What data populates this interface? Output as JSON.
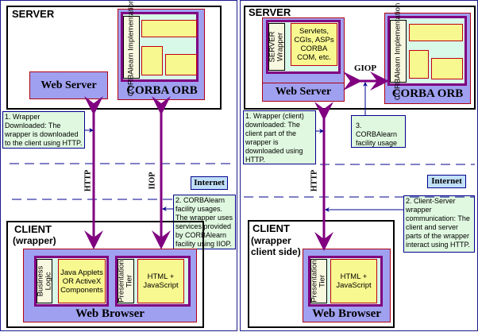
{
  "left": {
    "server_title": "SERVER",
    "corba_impl_label": "CORBAlearn Implementation",
    "corba_orb_label": "CORBA ORB",
    "web_server_label": "Web Server",
    "http_label": "HTTP",
    "iiop_label": "IIOP",
    "internet_label": "Internet",
    "note1": "1. Wrapper Downloaded: The wrapper is downloaded to the client using HTTP.",
    "note2": "2. CORBAlearn facility usages. The wrapper uses services provided by CORBAlearn facility using IIOP.",
    "client_title": "CLIENT",
    "client_subtitle": "(wrapper)",
    "business_logic_label": "Business Logic",
    "applets_label": "Java Applets OR ActiveX Components",
    "presentation_label": "Presentation Tier",
    "html_label": "HTML + JavaScript",
    "web_browser_label": "Web Browser"
  },
  "right": {
    "server_title": "SERVER",
    "server_wrapper_label": "SERVER Wrapper",
    "servlets_label": "Servlets, CGIs, ASPs CORBA COM, etc.",
    "web_server_label": "Web Server",
    "giop_label": "GIOP",
    "corba_impl_label": "CORBAlearn Implementation",
    "corba_orb_label": "CORBA ORB",
    "http_label": "HTTP",
    "internet_label": "Internet",
    "note1": "1.  Wrapper (client) downloaded: The client part of the wrapper is downloaded using HTTP.",
    "note2": "2. Client-Server wrapper communication: The client and server parts of the wrapper interact using HTTP.",
    "note3": "3. CORBAlearn facility usage",
    "client_title": "CLIENT",
    "client_subtitle": "(wrapper client side)",
    "presentation_label": "Presentation Tier",
    "html_label": "HTML + JavaScript",
    "web_browser_label": "Web Browser"
  },
  "colors": {
    "protocol_arrow": "#800080",
    "note_border": "#00008c",
    "box_fill": "#a0a0f0",
    "note_fill": "#e0f8e0"
  }
}
